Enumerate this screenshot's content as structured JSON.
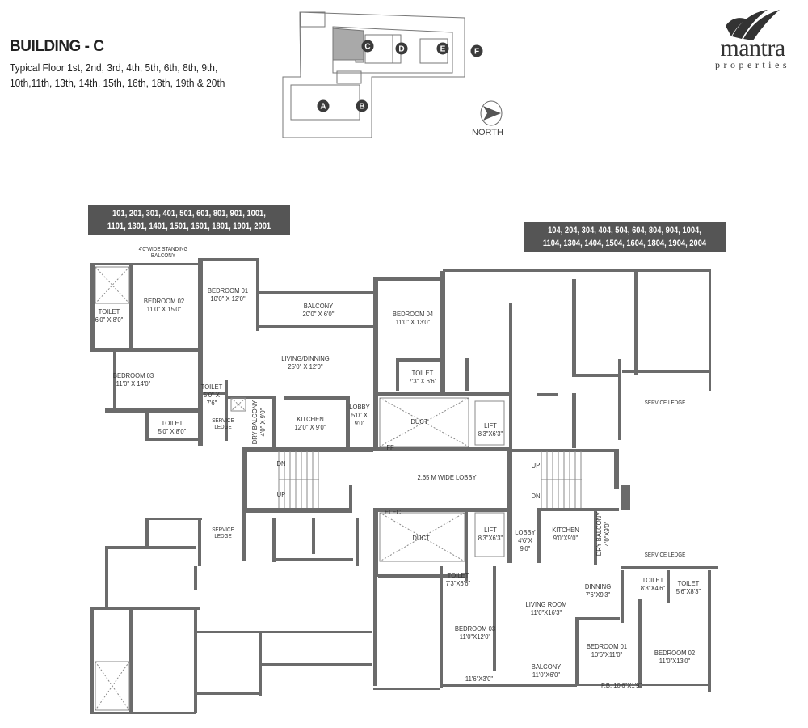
{
  "header": {
    "title": "BUILDING - C",
    "subtitle_line1": "Typical Floor 1st, 2nd, 3rd, 4th, 5th, 6th, 8th, 9th,",
    "subtitle_line2": "10th,11th, 13th, 14th, 15th, 16th, 18th, 19th & 20th"
  },
  "logo": {
    "name": "mantra",
    "sub": "properties"
  },
  "key_plan": {
    "buildings": [
      "A",
      "B",
      "C",
      "D",
      "E",
      "F"
    ],
    "highlighted": "C",
    "north_label": "NORTH",
    "north_icon": "north-arrow-icon"
  },
  "unit_badges": {
    "left": {
      "line1": "101, 201, 301, 401, 501, 601, 801, 901, 1001,",
      "line2": "1101, 1301, 1401, 1501, 1601, 1801, 1901, 2001"
    },
    "right": {
      "line1": "104, 204, 304, 404, 504, 604, 804, 904, 1004,",
      "line2": "1104, 1304, 1404, 1504, 1604, 1804, 1904, 2004"
    }
  },
  "rooms": {
    "standing_balcony": {
      "name": "4'0\"WIDE STANDING",
      "size": "BALCONY"
    },
    "bedroom02_a": {
      "name": "BEDROOM 02",
      "size": "11'0\" X 15'0\""
    },
    "toilet_a1": {
      "name": "TOILET",
      "size": "6'0\" X 8'0\""
    },
    "bedroom01_a": {
      "name": "BEDROOM 01",
      "size": "10'0\" X 12'0\""
    },
    "balcony_a": {
      "name": "BALCONY",
      "size": "20'0\" X 6'0\""
    },
    "living_a": {
      "name": "LIVING/DINNING",
      "size": "25'0\" X 12'0\""
    },
    "bedroom03_a": {
      "name": "BEDROOM 03",
      "size": "11'0\" X 14'0\""
    },
    "toilet_a2": {
      "name": "TOILET",
      "size": "5'0\" X",
      "size2": "7'6\""
    },
    "toilet_a3": {
      "name": "TOILET",
      "size": "5'0\" X 8'0\""
    },
    "service_ledge_a": {
      "name": "SERVICE",
      "size": "LEDGE"
    },
    "dry_balcony_a": {
      "name": "DRY BALCONY",
      "size": "4'0\" X 9'0\""
    },
    "kitchen_a": {
      "name": "KITCHEN",
      "size": "12'0\" X 9'0\""
    },
    "lobby_a": {
      "name": "LOBBY",
      "size": "5'0\" X",
      "size2": "9'0\""
    },
    "bedroom04_a": {
      "name": "BEDROOM 04",
      "size": "11'0\" X 13'0\""
    },
    "toilet_a4": {
      "name": "TOILET",
      "size": "7'3\" X 6'6\""
    },
    "duct_top": {
      "name": "DUCT"
    },
    "ff": {
      "name": "FF"
    },
    "lift_top": {
      "name": "LIFT",
      "size": "8'3\"X6'3\""
    },
    "service_ledge_tr": {
      "name": "SERVICE LEDGE"
    },
    "main_lobby": {
      "name": "2,65 M WIDE LOBBY"
    },
    "stair_left": {
      "dn": "DN",
      "up": "UP"
    },
    "stair_right": {
      "up": "UP",
      "dn": "DN"
    },
    "elec": {
      "name": "ELEC"
    },
    "duct_bottom": {
      "name": "DUCT"
    },
    "lift_bottom": {
      "name": "LIFT",
      "size": "8'3\"X6'3\""
    },
    "lobby_d": {
      "name": "LOBBY",
      "size": "4'6\"X",
      "size2": "9'0\""
    },
    "kitchen_d": {
      "name": "KITCHEN",
      "size": "9'0\"X9'0\""
    },
    "dry_balcony_d": {
      "name": "DRY BALCONY",
      "size": "4'0\"X9'0\""
    },
    "service_ledge_br": {
      "name": "SERVICE LEDGE"
    },
    "service_ledge_bl": {
      "name": "SERVICE",
      "size": "LEDGE"
    },
    "toilet_d1": {
      "name": "TOILET",
      "size": "7'3\"X6'6\""
    },
    "dinning_d": {
      "name": "DINNING",
      "size": "7'6\"X9'3\""
    },
    "toilet_d2": {
      "name": "TOILET",
      "size": "8'3\"X4'6\""
    },
    "toilet_d3": {
      "name": "TOILET",
      "size": "5'6\"X8'3\""
    },
    "living_d": {
      "name": "LIVING ROOM",
      "size": "11'0\"X16'3\""
    },
    "bedroom03_d": {
      "name": "BEDROOM 03",
      "size": "11'0\"X12'0\""
    },
    "bedroom01_d": {
      "name": "BEDROOM 01",
      "size": "10'6\"X11'0\""
    },
    "bedroom02_d": {
      "name": "BEDROOM 02",
      "size": "11'0\"X13'0\""
    },
    "balcony_d": {
      "name": "BALCONY",
      "size": "11'0\"X6'0\""
    },
    "balcony_small_d": {
      "name": "11'6\"X3'0\""
    },
    "fb_d": {
      "name": "F.B. 10'6\"X1'9\""
    }
  },
  "colors": {
    "wall": "#6b6b6b",
    "badge": "#555555",
    "key_highlight": "#a9a9a9",
    "key_marker": "#3a3a3a"
  }
}
